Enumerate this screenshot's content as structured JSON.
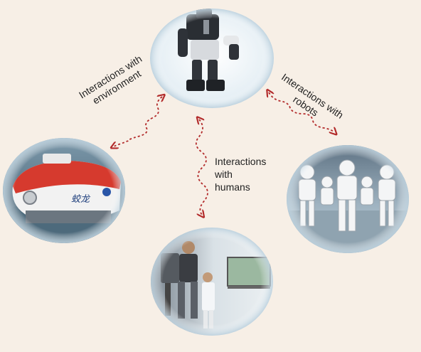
{
  "diagram": {
    "center_node": {
      "name": "humanoid robot",
      "image": "humanoid-robot-photo"
    },
    "nodes": [
      {
        "name": "environment",
        "image": "deep-sea-submersible-photo"
      },
      {
        "name": "humans",
        "image": "exoskeleton-walking-photo"
      },
      {
        "name": "robots",
        "image": "robot-group-photo"
      }
    ],
    "links": [
      {
        "from": "humanoid robot",
        "to": "environment",
        "label": "Interactions with environment",
        "lines": [
          "Interactions with",
          "environment"
        ]
      },
      {
        "from": "humanoid robot",
        "to": "humans",
        "label": "Interactions with humans",
        "lines": [
          "Interactions",
          "with",
          "humans"
        ]
      },
      {
        "from": "humanoid robot",
        "to": "robots",
        "label": "Interactions with robots",
        "lines": [
          "Interactions with",
          "robots"
        ]
      }
    ],
    "colors": {
      "background": "#f7efe6",
      "arrow": "#b22a2a",
      "node_glow": "#c9dbe6"
    }
  }
}
